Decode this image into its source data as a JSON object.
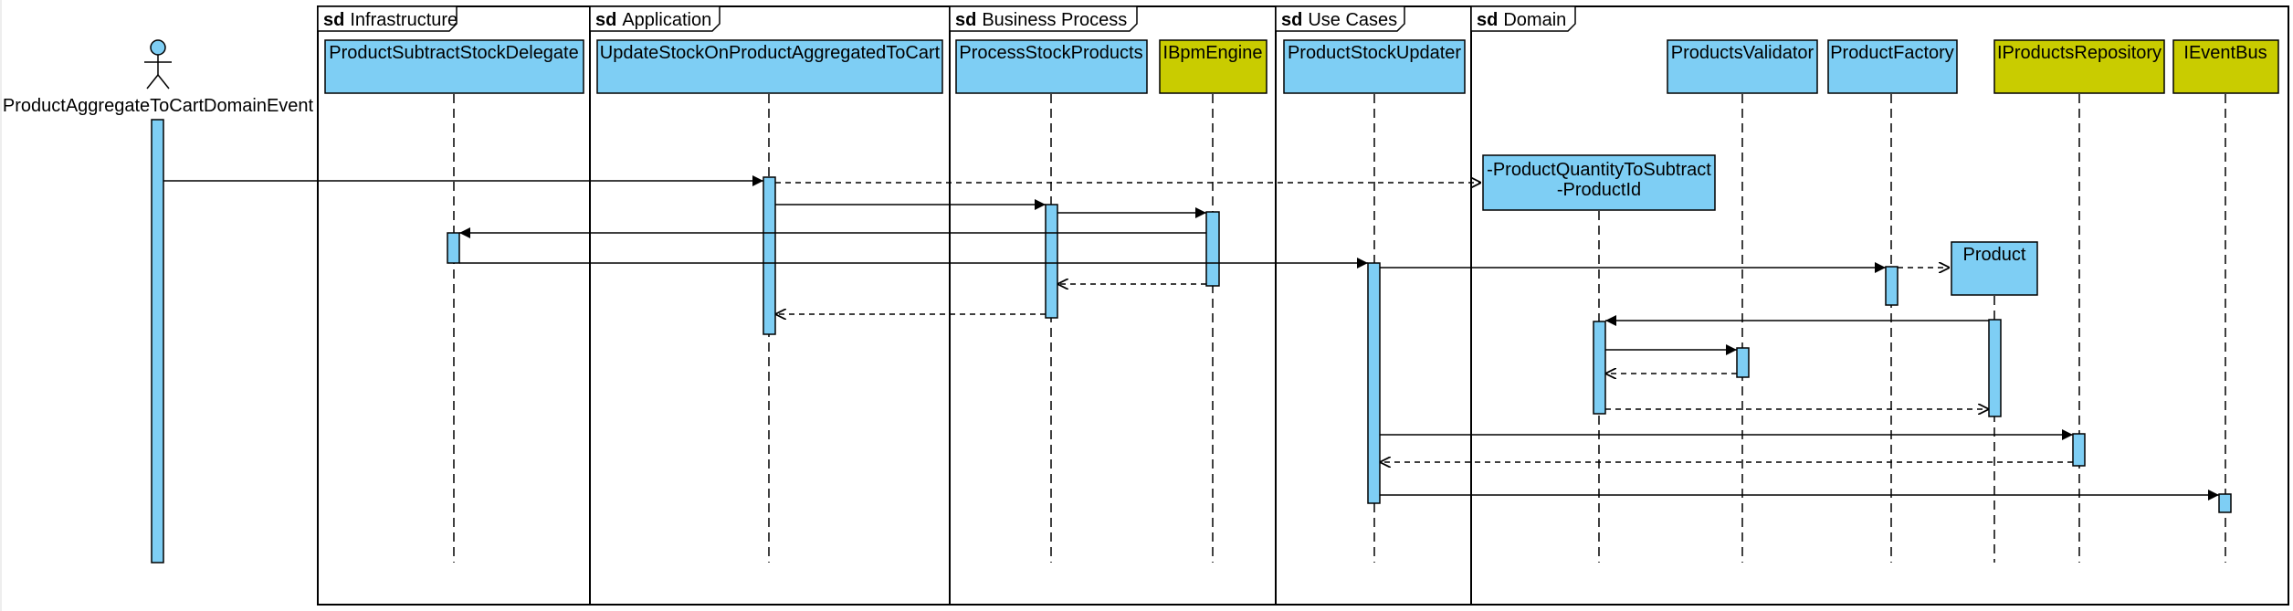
{
  "colors": {
    "object_fill": "#7ecef4",
    "interface_fill": "#c9cc00",
    "stroke": "#000000",
    "activation_fill": "#7ecef4"
  },
  "actor": {
    "label": "ProductAggregateToCartDomainEvent",
    "icon": "stick-figure-icon"
  },
  "frames": [
    {
      "keyword": "sd",
      "name": "Infrastructure"
    },
    {
      "keyword": "sd",
      "name": "Application"
    },
    {
      "keyword": "sd",
      "name": "Business Process"
    },
    {
      "keyword": "sd",
      "name": "Use Cases"
    },
    {
      "keyword": "sd",
      "name": "Domain"
    }
  ],
  "lifelines": [
    {
      "id": "delegate",
      "label": "ProductSubtractStockDelegate",
      "kind": "object"
    },
    {
      "id": "updateStock",
      "label": "UpdateStockOnProductAggregatedToCart",
      "kind": "object"
    },
    {
      "id": "processStock",
      "label": "ProcessStockProducts",
      "kind": "object"
    },
    {
      "id": "bpm",
      "label": "IBpmEngine",
      "kind": "interface"
    },
    {
      "id": "updater",
      "label": "ProductStockUpdater",
      "kind": "object"
    },
    {
      "id": "validator",
      "label": "ProductsValidator",
      "kind": "object"
    },
    {
      "id": "factory",
      "label": "ProductFactory",
      "kind": "object"
    },
    {
      "id": "repo",
      "label": "IProductsRepository",
      "kind": "interface"
    },
    {
      "id": "eventbus",
      "label": "IEventBus",
      "kind": "interface"
    }
  ],
  "created_objects": [
    {
      "id": "dto",
      "lines": [
        "-ProductQuantityToSubtract",
        "-ProductId"
      ],
      "kind": "object"
    },
    {
      "id": "product",
      "lines": [
        "Product"
      ],
      "kind": "object"
    }
  ],
  "messages": [
    {
      "from": "actor",
      "to": "updateStock",
      "type": "sync"
    },
    {
      "from": "updateStock",
      "to": "dto",
      "type": "create"
    },
    {
      "from": "updateStock",
      "to": "processStock",
      "type": "sync"
    },
    {
      "from": "processStock",
      "to": "bpm",
      "type": "sync"
    },
    {
      "from": "bpm",
      "to": "delegate",
      "type": "sync"
    },
    {
      "from": "delegate",
      "to": "updater",
      "type": "sync"
    },
    {
      "from": "bpm",
      "to": "processStock",
      "type": "return"
    },
    {
      "from": "processStock",
      "to": "updateStock",
      "type": "return"
    },
    {
      "from": "updater",
      "to": "factory",
      "type": "sync"
    },
    {
      "from": "factory",
      "to": "product",
      "type": "create"
    },
    {
      "from": "product",
      "to": "dto",
      "type": "sync"
    },
    {
      "from": "dto",
      "to": "validator",
      "type": "sync"
    },
    {
      "from": "validator",
      "to": "dto",
      "type": "return"
    },
    {
      "from": "dto",
      "to": "product",
      "type": "return"
    },
    {
      "from": "updater",
      "to": "repo",
      "type": "sync"
    },
    {
      "from": "repo",
      "to": "updater",
      "type": "return"
    },
    {
      "from": "updater",
      "to": "eventbus",
      "type": "sync"
    }
  ]
}
